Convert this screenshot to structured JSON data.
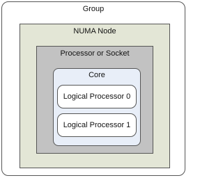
{
  "diagram": {
    "group": {
      "label": "Group",
      "color": "#ffffff"
    },
    "numa_node": {
      "label": "NUMA Node",
      "color": "#e3e6d6"
    },
    "processor_socket": {
      "label": "Processor or Socket",
      "color": "#c2c2c2"
    },
    "core": {
      "label": "Core",
      "color": "#e8eef8"
    },
    "logical_processors": [
      {
        "label": "Logical Processor 0",
        "color": "#ffffff"
      },
      {
        "label": "Logical Processor 1",
        "color": "#ffffff"
      }
    ]
  }
}
